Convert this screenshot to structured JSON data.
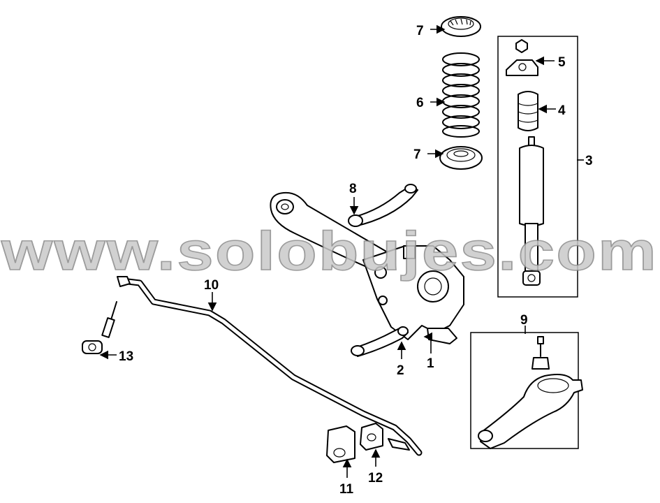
{
  "watermark": "www.solobujes.com",
  "callouts": {
    "c1": "1",
    "c2": "2",
    "c3": "3",
    "c4": "4",
    "c5": "5",
    "c6": "6",
    "c7a": "7",
    "c7b": "7",
    "c8": "8",
    "c9": "9",
    "c10": "10",
    "c11": "11",
    "c12": "12",
    "c13": "13"
  }
}
